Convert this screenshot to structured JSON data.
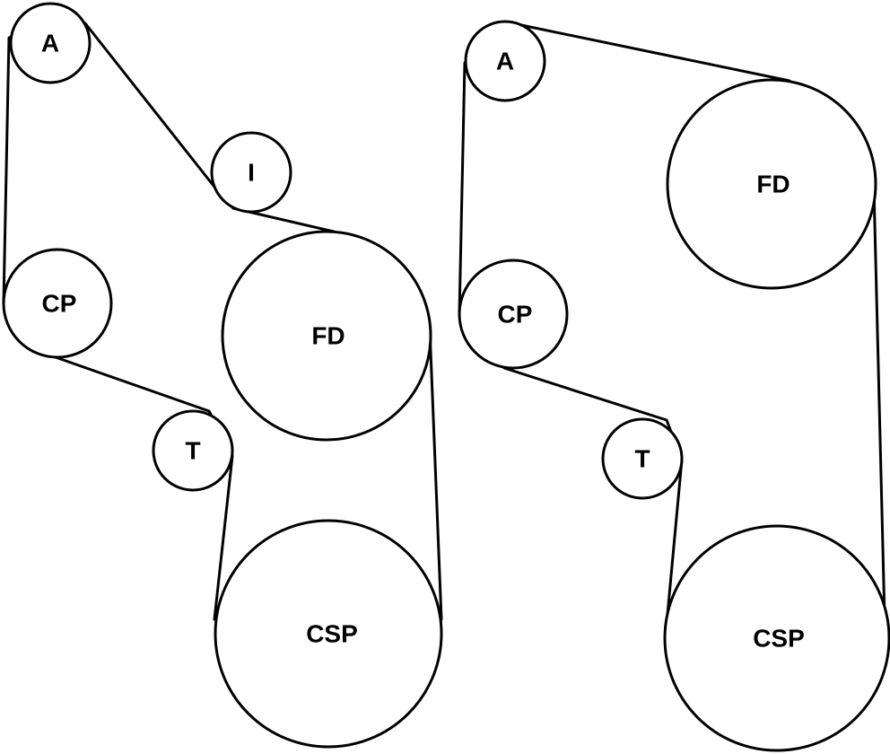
{
  "diagrams": [
    {
      "pulleys": [
        {
          "label": "A"
        },
        {
          "label": "I"
        },
        {
          "label": "FD"
        },
        {
          "label": "CSP"
        },
        {
          "label": "T"
        },
        {
          "label": "CP"
        }
      ]
    },
    {
      "pulleys": [
        {
          "label": "A"
        },
        {
          "label": "FD"
        },
        {
          "label": "CSP"
        },
        {
          "label": "T"
        },
        {
          "label": "CP"
        }
      ]
    }
  ]
}
